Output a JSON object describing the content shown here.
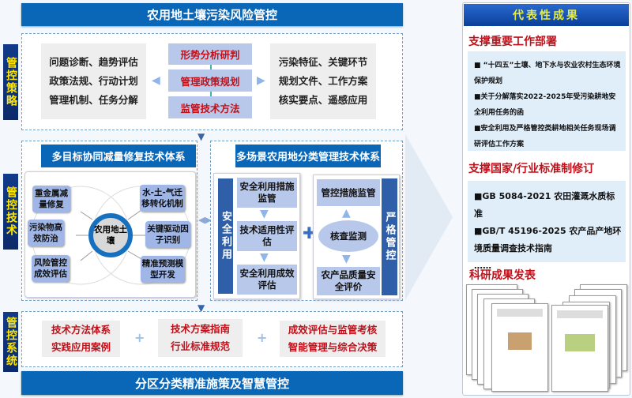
{
  "title": "农用地土壤污染风险管控",
  "bottom_bar": "分区分类精准施策及智慧管控",
  "side_labels": {
    "strategy": "管控策略",
    "technology": "管控技术",
    "system": "管控系统"
  },
  "strategy": {
    "left": [
      "问题诊断、趋势评估",
      "政策法规、行动计划",
      "管理机制、任务分解"
    ],
    "center": [
      "形势分析研判",
      "管理政策规划",
      "监管技术方法"
    ],
    "right": [
      "污染特征、关键环节",
      "规划文件、工作方案",
      "核实要点、遥感应用"
    ]
  },
  "tech_left": {
    "header": "多目标协同减量修复技术体系",
    "center": "农用地土壤",
    "items": [
      "重金属减量修复",
      "污染物高效防治",
      "风险管控成效评估",
      "水-土-气迁移转化机制",
      "关键驱动因子识别",
      "精准预测模型开发"
    ]
  },
  "tech_right": {
    "header": "多场景农用地分类管理技术体系",
    "safe_use": "安全利用",
    "safe_steps": [
      "安全利用措施监管",
      "技术适用性评估",
      "安全利用成效评估"
    ],
    "strict": "严格管控",
    "strict_top": "管控措施监管",
    "strict_center": "核查监测",
    "strict_bottom": "农产品质量安全评价"
  },
  "system": [
    [
      "技术方法体系",
      "实践应用案例"
    ],
    [
      "技术方案指南",
      "行业标准规范"
    ],
    [
      "成效评估与监管考核",
      "智能管理与综合决策"
    ]
  ],
  "results": {
    "header": "代表性成果",
    "sec1": "支撑重要工作部署",
    "sec1_items": [
      "■ “十四五”土壤、地下水与农业农村生态环境保护规划",
      "■关于分解落实2022-2025年受污染耕地安全利用任务的函",
      "■安全利用及严格管控类耕地相关任务现场调研评估工作方案"
    ],
    "sec2": "支撑国家/行业标准制修订",
    "sec2_items": [
      "■GB 5084-2021 农田灌溉水质标准",
      "■GB/T 45196-2025 农产品产地环境质量调查技术指南",
      "……"
    ],
    "sec3": "科研成果发表"
  }
}
